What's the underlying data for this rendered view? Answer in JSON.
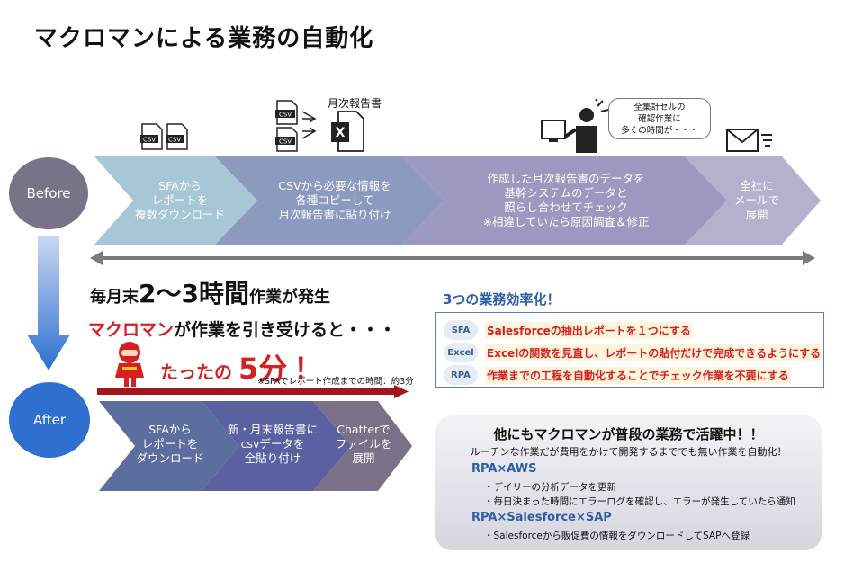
{
  "title": "マクロマンによる業務の自動化",
  "before": {
    "label": "Before",
    "steps": [
      "SFAから\nレポートを\n複数ダウンロード",
      "CSVから必要な情報を\n各種コピーして\n月次報告書に貼り付け",
      "作成した月次報告書のデータを\n基幹システムのデータと\n照らし合わせてチェック\n※相違していたら原因調査＆修正",
      "全社に\nメールで\n展開"
    ],
    "monthly_report_label": "月次報告書",
    "csv_icon_text": "CSV",
    "excel_icon_text": "X",
    "speech": "全集計セルの\n確認作業に\n多くの時間が・・・",
    "time_prefix": "毎月末",
    "time_big": "2～3時間",
    "time_suffix": "作業が発生"
  },
  "after": {
    "label": "After",
    "takeover_red": "マクロマン",
    "takeover_rest": "が作業を引き受けると・・・",
    "result_prefix": "たったの",
    "result_big": "5分",
    "result_suffix": "！",
    "sfa_note": "※SFAでレポート作成までの時間：約3分",
    "steps": [
      "SFAから\nレポートを\nダウンロード",
      "新・月末報告書に\ncsvデータを\n全貼り付け",
      "Chatterで\nファイルを\n展開"
    ]
  },
  "efficiency": {
    "title": "3つの業務効率化！",
    "items": [
      {
        "badge": "SFA",
        "text": "Salesforceの抽出レポートを１つにする"
      },
      {
        "badge": "Excel",
        "text": "Excelの関数を見直し、レポートの貼付だけで完成できるようにする"
      },
      {
        "badge": "RPA",
        "text": "作業までの工程を自動化することでチェック作業を不要にする"
      }
    ]
  },
  "other": {
    "title": "他にもマクロマンが普段の業務で活躍中！！",
    "subtitle": "ルーチンな作業だが費用をかけて開発するまででも無い作業を自動化！",
    "sections": [
      {
        "heading": "RPA×AWS",
        "bullets": [
          "・デイリーの分析データを更新",
          "・毎日決まった時間にエラーログを確認し、エラーが発生していたら通知"
        ]
      },
      {
        "heading": "RPA×Salesforce×SAP",
        "bullets": [
          "・Salesforceから販促費の情報をダウンロードしてSAPへ登録"
        ]
      }
    ]
  },
  "colors": {
    "before_circle": "#7a7388",
    "after_circle": "#2e6fd0",
    "chevron_1": "#a7c6d6",
    "chevron_2": "#8c9ac0",
    "chevron_3": "#9b99bf",
    "chevron_4": "#b3b1cd",
    "after_chevron_1": "#5c6e9e",
    "after_chevron_2": "#5a60a0",
    "after_chevron_3": "#7a7088",
    "accent_red": "#d61f1f",
    "accent_blue": "#2b5fa8"
  }
}
